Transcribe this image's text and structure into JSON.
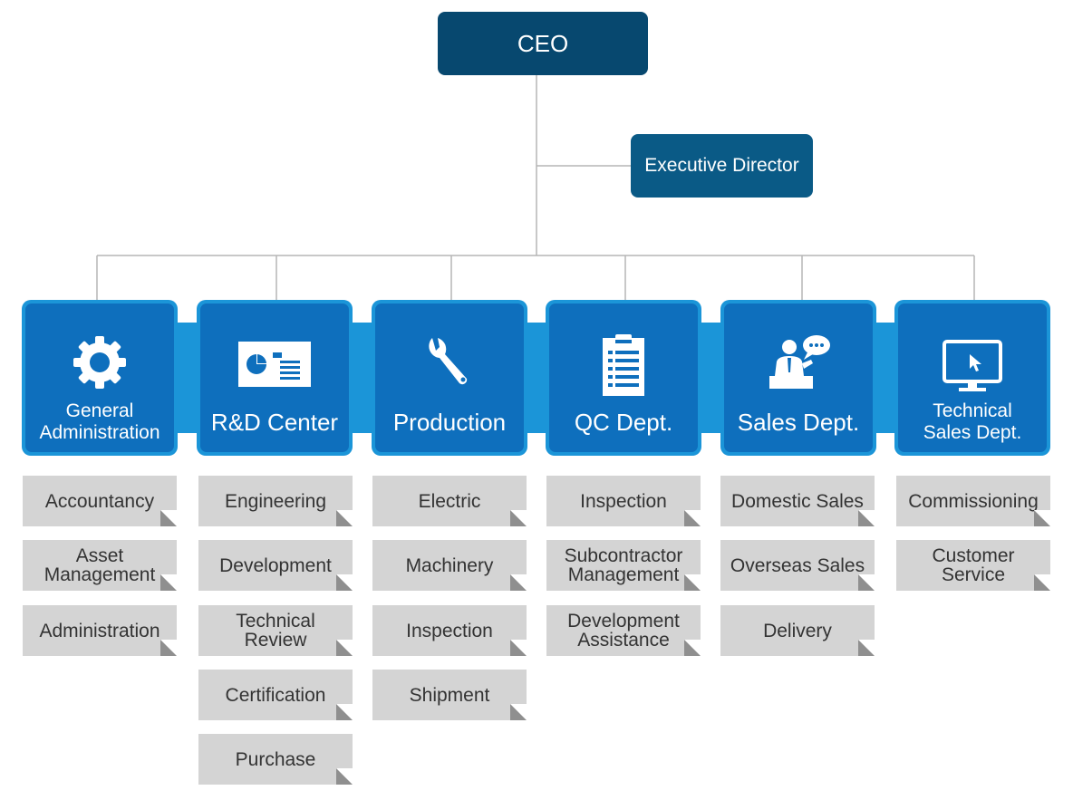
{
  "ceo": {
    "label": "CEO"
  },
  "executive": {
    "label": "Executive Director"
  },
  "departments": [
    {
      "name": "General\nAdministration",
      "icon": "gear-icon",
      "subs": [
        "Accountancy",
        "Asset\nManagement",
        "Administration"
      ]
    },
    {
      "name": "R&D Center",
      "icon": "presentation-board-icon",
      "subs": [
        "Engineering",
        "Development",
        "Technical\nReview",
        "Certification",
        "Purchase"
      ]
    },
    {
      "name": "Production",
      "icon": "wrench-icon",
      "subs": [
        "Electric",
        "Machinery",
        "Inspection",
        "Shipment"
      ]
    },
    {
      "name": "QC Dept.",
      "icon": "clipboard-icon",
      "subs": [
        "Inspection",
        "Subcontractor\nManagement",
        "Development\nAssistance"
      ]
    },
    {
      "name": "Sales Dept.",
      "icon": "salesperson-speech-icon",
      "subs": [
        "Domestic Sales",
        "Overseas Sales",
        "Delivery"
      ]
    },
    {
      "name": "Technical\nSales Dept.",
      "icon": "monitor-cursor-icon",
      "subs": [
        "Commissioning",
        "Customer\nService"
      ]
    }
  ],
  "colors": {
    "ceo": "#07486f",
    "executive": "#0a5a86",
    "dept": "#0e6fbd",
    "band": "#1b95d8",
    "sub": "#d4d4d4"
  }
}
